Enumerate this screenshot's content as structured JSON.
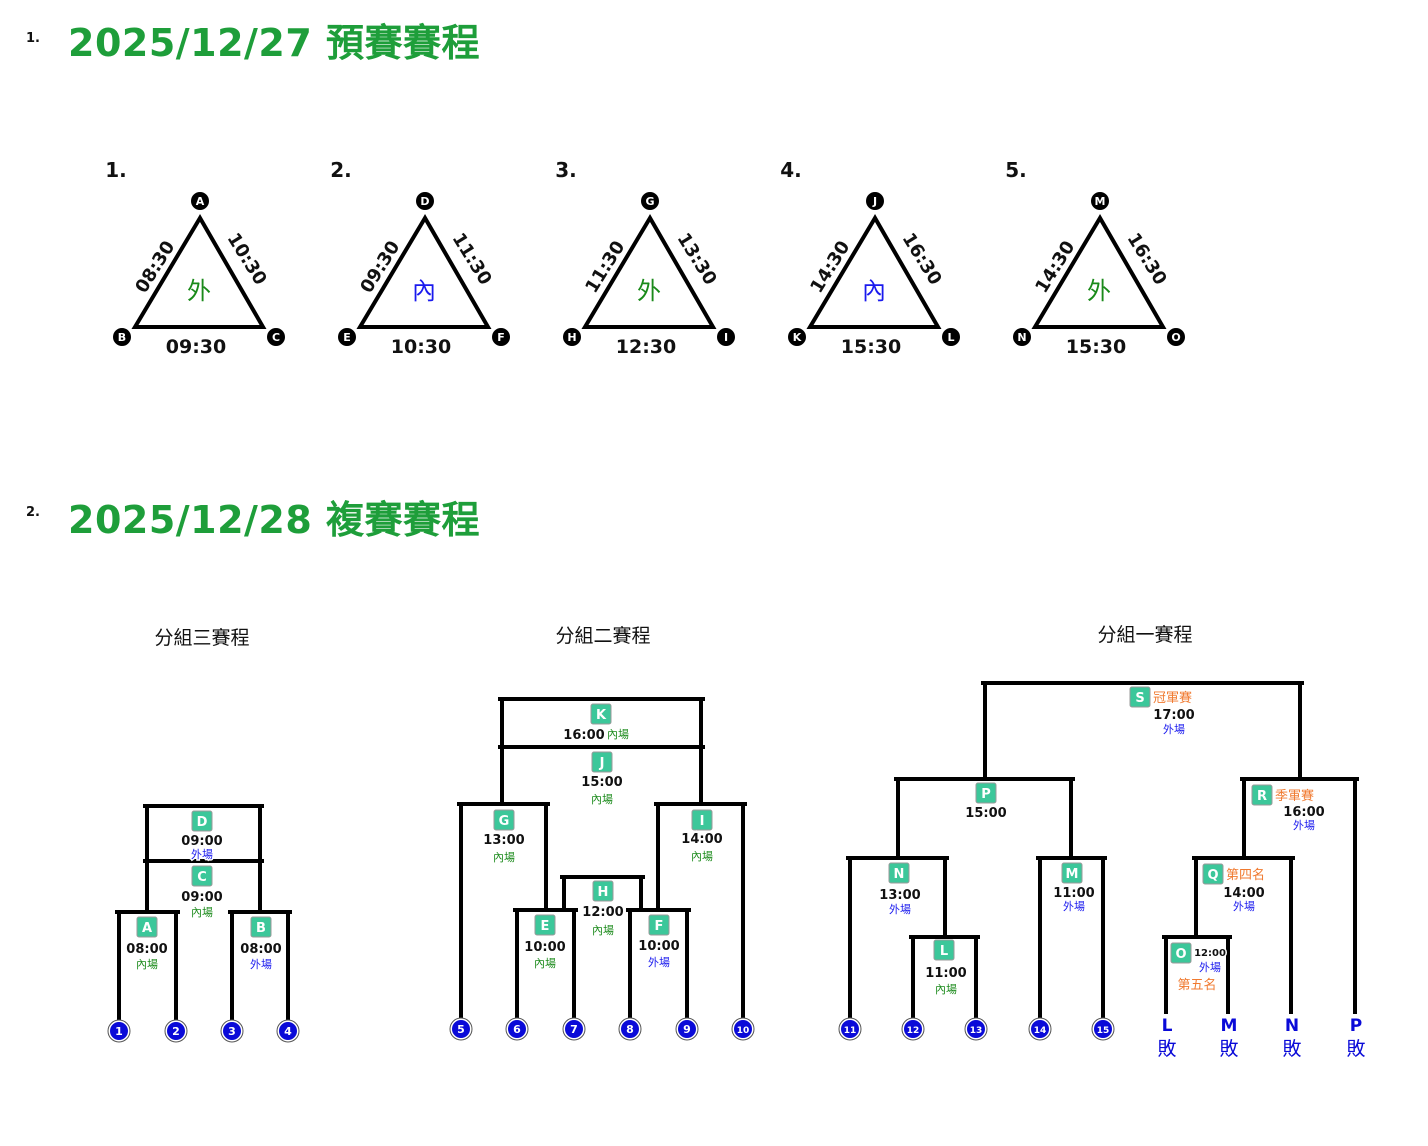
{
  "sections": [
    {
      "number": "1.",
      "title": "2025/12/27 預賽賽程"
    },
    {
      "number": "2.",
      "title": "2025/12/28 複賽賽程"
    }
  ],
  "colors": {
    "title": "#1e9e3a",
    "outer": "#1a8a1a",
    "inner": "#1a1aee",
    "node": "#0a0ad8",
    "badge": "#3cc79a",
    "orange": "#f07a30"
  },
  "groups": [
    {
      "number": "1.",
      "venue": "外",
      "venue_color": "outer",
      "top": "A",
      "left": "B",
      "right": "C",
      "left_time": "08:30",
      "right_time": "10:30",
      "bottom_time": "09:30"
    },
    {
      "number": "2.",
      "venue": "內",
      "venue_color": "inner",
      "top": "D",
      "left": "E",
      "right": "F",
      "left_time": "09:30",
      "right_time": "11:30",
      "bottom_time": "10:30"
    },
    {
      "number": "3.",
      "venue": "外",
      "venue_color": "outer",
      "top": "G",
      "left": "H",
      "right": "I",
      "left_time": "11:30",
      "right_time": "13:30",
      "bottom_time": "12:30"
    },
    {
      "number": "4.",
      "venue": "內",
      "venue_color": "inner",
      "top": "J",
      "left": "K",
      "right": "L",
      "left_time": "14:30",
      "right_time": "16:30",
      "bottom_time": "15:30"
    },
    {
      "number": "5.",
      "venue": "外",
      "venue_color": "outer",
      "top": "M",
      "left": "N",
      "right": "O",
      "left_time": "14:30",
      "right_time": "16:30",
      "bottom_time": "15:30"
    }
  ],
  "brackets": [
    {
      "title": "分組三賽程",
      "seeds": [
        "1",
        "2",
        "3",
        "4"
      ],
      "matches": [
        {
          "id": "D",
          "time": "09:00",
          "venue": "外場"
        },
        {
          "id": "C",
          "time": "09:00",
          "venue": "內場"
        },
        {
          "id": "A",
          "time": "08:00",
          "venue": "內場"
        },
        {
          "id": "B",
          "time": "08:00",
          "venue": "外場"
        }
      ]
    },
    {
      "title": "分組二賽程",
      "seeds": [
        "5",
        "6",
        "7",
        "8",
        "9",
        "10"
      ],
      "matches": [
        {
          "id": "K",
          "time": "16:00",
          "venue": "內場"
        },
        {
          "id": "J",
          "time": "15:00",
          "venue": "內場"
        },
        {
          "id": "G",
          "time": "13:00",
          "venue": "內場"
        },
        {
          "id": "I",
          "time": "14:00",
          "venue": "內場"
        },
        {
          "id": "H",
          "time": "12:00",
          "venue": "內場"
        },
        {
          "id": "E",
          "time": "10:00",
          "venue": "內場"
        },
        {
          "id": "F",
          "time": "10:00",
          "venue": "外場"
        }
      ]
    },
    {
      "title": "分組一賽程",
      "seeds": [
        "11",
        "12",
        "13",
        "14",
        "15"
      ],
      "losers": [
        {
          "letter": "L",
          "text": "敗"
        },
        {
          "letter": "M",
          "text": "敗"
        },
        {
          "letter": "N",
          "text": "敗"
        },
        {
          "letter": "P",
          "text": "敗"
        }
      ],
      "matches": [
        {
          "id": "S",
          "label": "冠軍賽",
          "time": "17:00",
          "venue": "外場"
        },
        {
          "id": "P",
          "time": "15:00"
        },
        {
          "id": "R",
          "label": "季軍賽",
          "time": "16:00",
          "venue": "外場"
        },
        {
          "id": "N",
          "time": "13:00",
          "venue": "外場"
        },
        {
          "id": "M",
          "time": "11:00",
          "venue": "外場"
        },
        {
          "id": "Q",
          "label": "第四名",
          "time": "14:00",
          "venue": "外場"
        },
        {
          "id": "L",
          "time": "11:00",
          "venue": "內場"
        },
        {
          "id": "O",
          "time": "12:00",
          "venue": "外場",
          "label": "第五名"
        }
      ]
    }
  ]
}
